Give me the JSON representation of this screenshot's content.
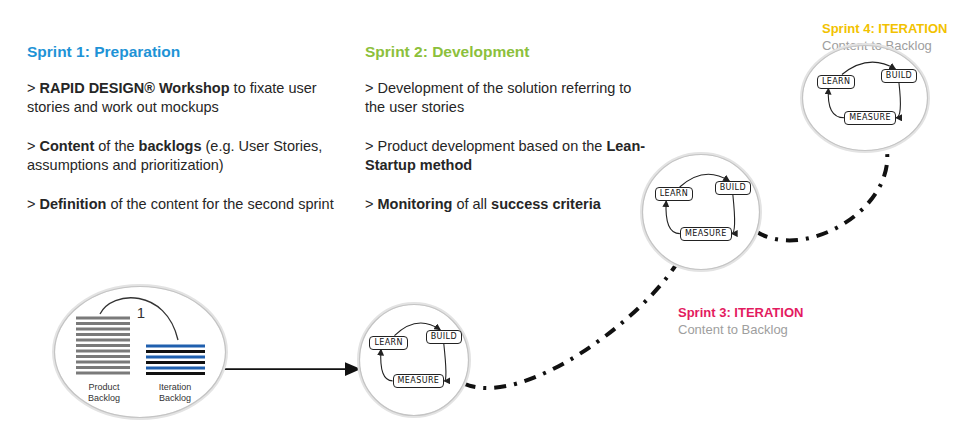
{
  "diagram": {
    "nodes": [
      {
        "text": [
          "1",
          "Product Backlog",
          "Iteration Backlog"
        ]
      },
      {
        "text": []
      },
      {
        "text": [
          "LEARN"
        ],
        "in": 1
      },
      {
        "text": [
          "BUILD"
        ],
        "in": 1
      },
      {
        "text": [
          "MEASURE"
        ],
        "in": 1
      },
      {
        "text": []
      },
      {
        "text": [
          "LEARN"
        ],
        "in": 5
      },
      {
        "text": [
          "BUILD"
        ],
        "in": 5
      },
      {
        "text": [
          "MEASURE"
        ],
        "in": 5
      },
      {
        "text": []
      },
      {
        "text": [
          "LEARN"
        ],
        "in": 9
      },
      {
        "text": [
          "BUILD"
        ],
        "in": 9
      },
      {
        "text": [
          "MEASURE"
        ],
        "in": 9
      }
    ],
    "edges": [
      {
        "from": 0,
        "to": 1,
        "arrow": "to"
      },
      {
        "from": 1,
        "to": 5,
        "arrow": "none"
      },
      {
        "from": 5,
        "to": 9,
        "arrow": "none"
      },
      {
        "from": 2,
        "to": 3,
        "arrow": "to"
      },
      {
        "from": 3,
        "to": 4,
        "arrow": "to"
      },
      {
        "from": 4,
        "to": 2,
        "arrow": "to"
      },
      {
        "from": 6,
        "to": 7,
        "arrow": "to"
      },
      {
        "from": 7,
        "to": 8,
        "arrow": "to"
      },
      {
        "from": 8,
        "to": 6,
        "arrow": "to"
      },
      {
        "from": 10,
        "to": 11,
        "arrow": "to"
      },
      {
        "from": 11,
        "to": 12,
        "arrow": "to"
      },
      {
        "from": 12,
        "to": 10,
        "arrow": "to"
      }
    ],
    "labels": [
      "Sprint 1: Preparation",
      ">",
      "RAPID DESIGN® Workshop",
      "to fixate user stories and work out mockups",
      ">",
      "Content",
      "of the",
      "backlogs",
      "(e.g. User Stories, assumptions and prioritization)",
      ">",
      "Definition",
      "of the content for the second sprint",
      "Sprint 2: Development",
      "> Development of the solution referring to the user stories",
      ">",
      "Product development based on the",
      "Lean-Startup method",
      ">",
      "Monitoring",
      "of all",
      "success criteria",
      "Sprint 3: ITERATION",
      "Content to Backlog",
      "Sprint 4: ITERATION",
      "Content to Backlog"
    ]
  }
}
